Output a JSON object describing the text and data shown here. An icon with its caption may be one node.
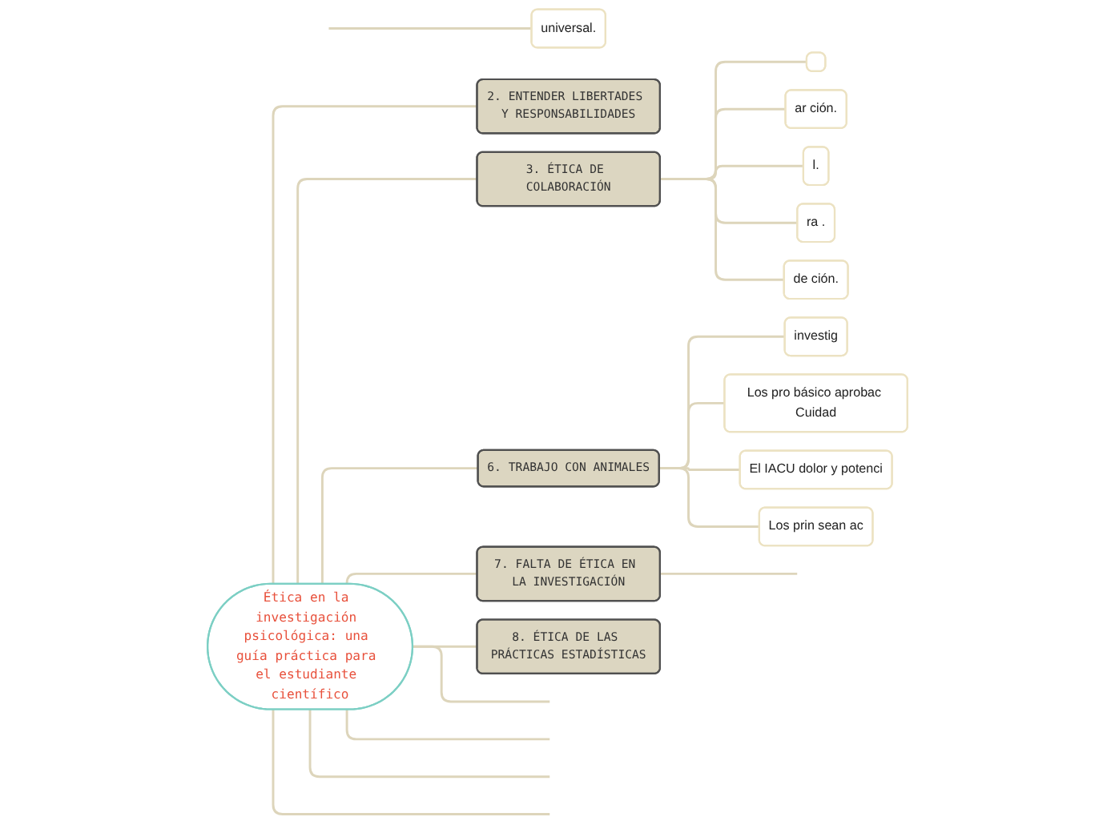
{
  "diagram": {
    "nodes": [
      {
        "text": [
          "Ética en la investigación psicológica: una guía práctica para el estudiante científico"
        ]
      },
      {
        "text": [
          "universal."
        ]
      },
      {
        "text": [
          "2. ENTENDER LIBERTADES Y RESPONSABILIDADES"
        ]
      },
      {
        "text": [
          "3. ÉTICA DE COLABORACIÓN"
        ]
      },
      {
        "text": [],
        "shape": "box"
      },
      {
        "text": [
          "ar ción."
        ]
      },
      {
        "text": [
          "l."
        ]
      },
      {
        "text": [
          "ra ."
        ]
      },
      {
        "text": [
          "de ción."
        ]
      },
      {
        "text": [
          "6. TRABAJO CON ANIMALES"
        ]
      },
      {
        "text": [
          "investig"
        ]
      },
      {
        "text": [
          "Los pro básico aprobac Cuidad"
        ]
      },
      {
        "text": [
          "El IACU dolor y potenci"
        ]
      },
      {
        "text": [
          "Los prin sean ac"
        ]
      },
      {
        "text": [
          "7. FALTA DE ÉTICA EN LA INVESTIGACIÓN"
        ]
      },
      {
        "text": [
          "8. ÉTICA DE LAS PRÁCTICAS ESTADÍSTICAS"
        ]
      }
    ],
    "edges": [
      {
        "from": null,
        "to": 1,
        "arrow": "none"
      },
      {
        "from": 0,
        "to": 2,
        "arrow": "none"
      },
      {
        "from": 0,
        "to": 3,
        "arrow": "none"
      },
      {
        "from": 0,
        "to": 9,
        "arrow": "none"
      },
      {
        "from": 0,
        "to": 14,
        "arrow": "none"
      },
      {
        "from": 0,
        "to": 15,
        "arrow": "none"
      },
      {
        "from": 0,
        "to": null,
        "arrow": "none"
      },
      {
        "from": 0,
        "to": null,
        "arrow": "none"
      },
      {
        "from": 0,
        "to": null,
        "arrow": "none"
      },
      {
        "from": 0,
        "to": null,
        "arrow": "none"
      },
      {
        "from": 3,
        "to": 4,
        "arrow": "none"
      },
      {
        "from": 3,
        "to": 5,
        "arrow": "none"
      },
      {
        "from": 3,
        "to": 6,
        "arrow": "none"
      },
      {
        "from": 3,
        "to": 7,
        "arrow": "none"
      },
      {
        "from": 3,
        "to": 8,
        "arrow": "none"
      },
      {
        "from": 9,
        "to": 10,
        "arrow": "none"
      },
      {
        "from": 9,
        "to": 11,
        "arrow": "none"
      },
      {
        "from": 9,
        "to": 12,
        "arrow": "none"
      },
      {
        "from": 9,
        "to": 13,
        "arrow": "none"
      },
      {
        "from": 14,
        "to": null,
        "arrow": "none"
      }
    ]
  }
}
